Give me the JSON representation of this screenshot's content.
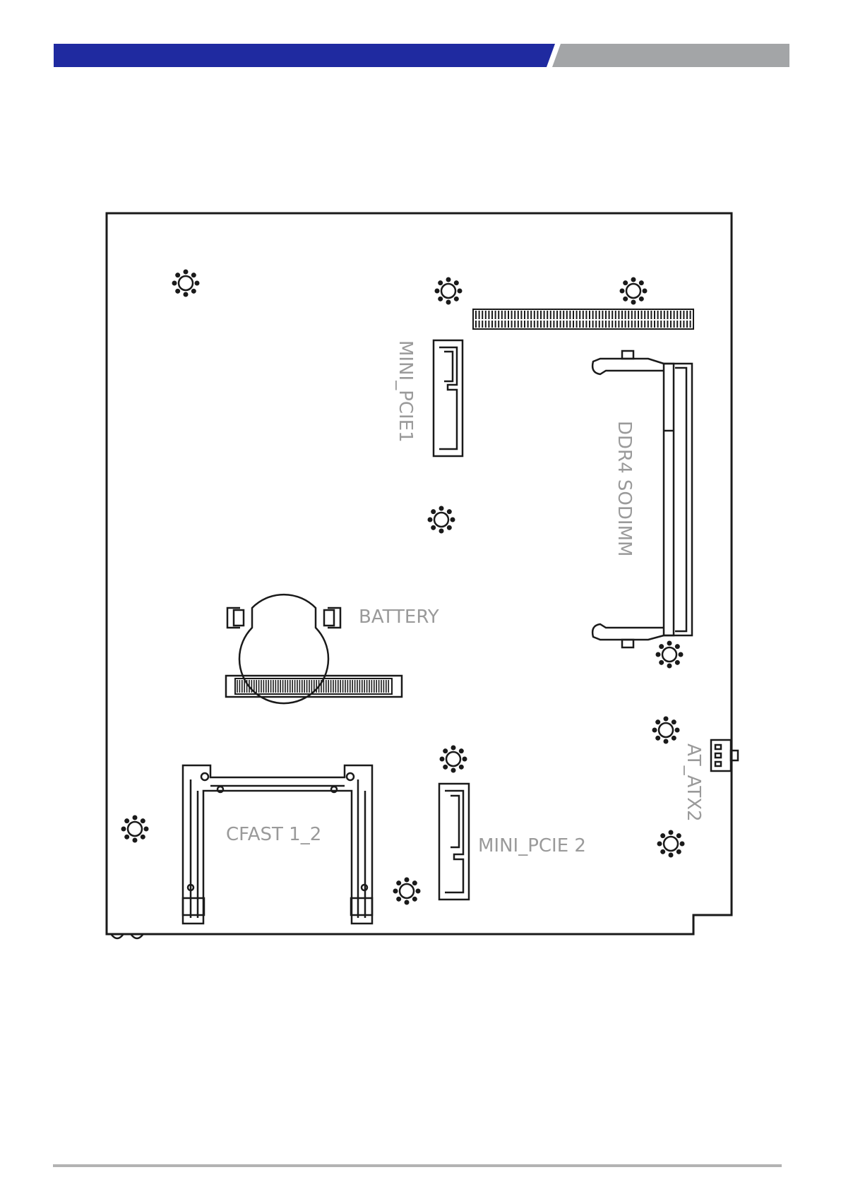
{
  "header": {
    "primary_color": "#1f2aa0",
    "secondary_color": "#a3a5a7"
  },
  "board": {
    "labels": {
      "mini_pcie1": "MINI_PCIE1",
      "ddr4_sodimm": "DDR4 SODIMM",
      "battery": "BATTERY",
      "cfast": "CFAST 1_2",
      "mini_pcie2": "MINI_PCIE 2",
      "at_atx2": "AT_ATX2"
    }
  },
  "footer": {
    "rule_color": "#b3b3b3"
  }
}
